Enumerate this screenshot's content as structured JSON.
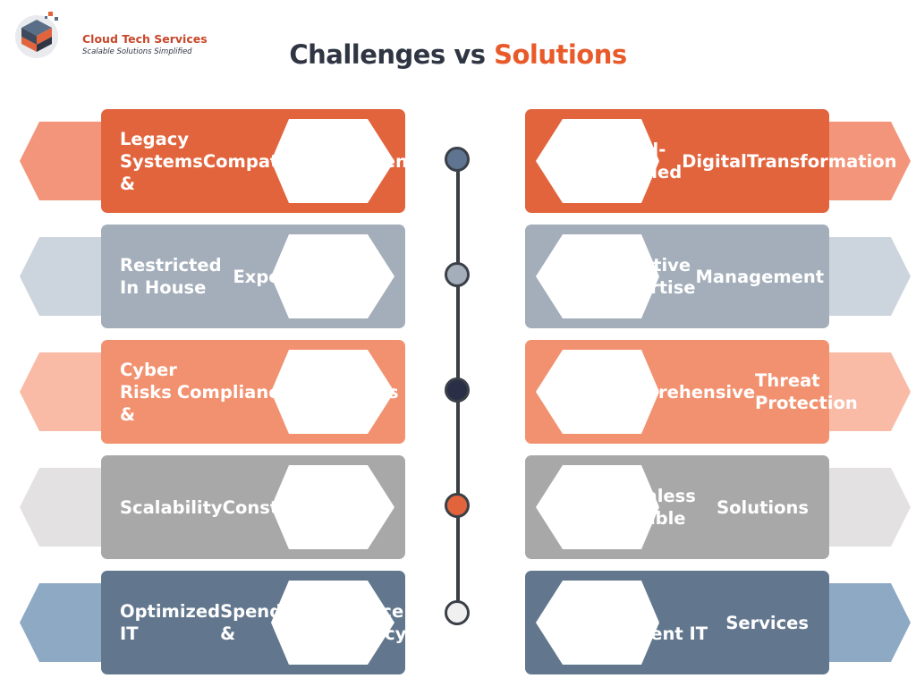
{
  "brand": {
    "name": "Cloud Tech Services",
    "tagline": "Scalable Solutions Simplified"
  },
  "heading": {
    "part1": "Challenges vs",
    "part2": "Solutions",
    "part2_color": "#e85a2a"
  },
  "rows": [
    {
      "challenge": [
        "Legacy Systems &",
        "Compatibility",
        "Challenges"
      ],
      "challenge_icon": "gear-arrows-icon",
      "solution": [
        "Cloud-Enabled",
        "Digital",
        "Transformation"
      ],
      "solution_icon": "lightbulb-gear-icon",
      "color": "#e2643d",
      "tab_color": "#f2957a",
      "node_color": "#5e7490"
    },
    {
      "challenge": [
        "Restricted In House",
        "Expertise"
      ],
      "challenge_icon": "head-gears-icon",
      "solution": [
        "Adaptive Expertise",
        "Management"
      ],
      "solution_icon": "handshake-gear-icon",
      "color": "#a3aeba",
      "tab_color": "#ccd5de",
      "node_color": "#a3aeba"
    },
    {
      "challenge": [
        "Cyber Risks &",
        "Compliance",
        "Challenges"
      ],
      "challenge_icon": "lock-warning-icon",
      "solution": [
        "Comprehensive",
        "Threat Protection"
      ],
      "solution_icon": "circuit-lock-icon",
      "color": "#f2916f",
      "tab_color": "#f9bba6",
      "node_color": "#2a2f47"
    },
    {
      "challenge": [
        "Scalability",
        "Constraints"
      ],
      "challenge_icon": "growth-chart-icon",
      "solution": [
        "Seamless Scalable",
        "Solutions"
      ],
      "solution_icon": "expand-arrows-bulb-icon",
      "color": "#a8a8a8",
      "tab_color": "#e3e1e1",
      "node_color": "#e2643d"
    },
    {
      "challenge": [
        "Optimized IT",
        "Spending &",
        "Resource Efficiency"
      ],
      "challenge_icon": "dollar-up-icon",
      "solution": [
        "Cost-Efficient IT",
        "Services"
      ],
      "solution_icon": "dollar-down-icon",
      "color": "#62778e",
      "tab_color": "#8ea9c4",
      "node_color": "#f0f0f0"
    }
  ]
}
